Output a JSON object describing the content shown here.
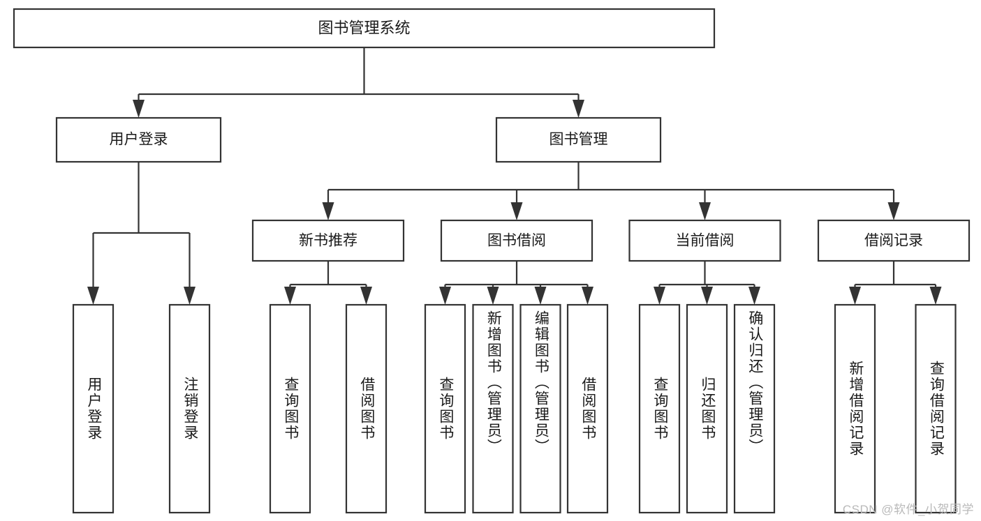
{
  "diagram": {
    "title": "图书管理系统",
    "type": "tree",
    "watermark": "CSDN @软件_小贺同学",
    "colors": {
      "background": "#ffffff",
      "box_fill": "#ffffff",
      "box_stroke": "#333333",
      "text": "#1a1a1a",
      "watermark": "#b9b9b9"
    },
    "root": {
      "label": "图书管理系统"
    },
    "level2": [
      {
        "label": "用户登录"
      },
      {
        "label": "图书管理"
      }
    ],
    "level3": [
      {
        "label": "新书推荐"
      },
      {
        "label": "图书借阅"
      },
      {
        "label": "当前借阅"
      },
      {
        "label": "借阅记录"
      }
    ],
    "leaves": [
      {
        "label": "用户登录",
        "parent": "用户登录"
      },
      {
        "label": "注销登录",
        "parent": "用户登录"
      },
      {
        "label": "查询图书",
        "parent": "新书推荐"
      },
      {
        "label": "借阅图书",
        "parent": "新书推荐"
      },
      {
        "label": "查询图书",
        "parent": "图书借阅"
      },
      {
        "label": "新增图书（管理员）",
        "parent": "图书借阅"
      },
      {
        "label": "编辑图书（管理员）",
        "parent": "图书借阅"
      },
      {
        "label": "借阅图书",
        "parent": "图书借阅"
      },
      {
        "label": "查询图书",
        "parent": "当前借阅"
      },
      {
        "label": "归还图书",
        "parent": "当前借阅"
      },
      {
        "label": "确认归还（管理员）",
        "parent": "当前借阅"
      },
      {
        "label": "新增借阅记录",
        "parent": "借阅记录"
      },
      {
        "label": "查询借阅记录",
        "parent": "借阅记录"
      }
    ]
  }
}
